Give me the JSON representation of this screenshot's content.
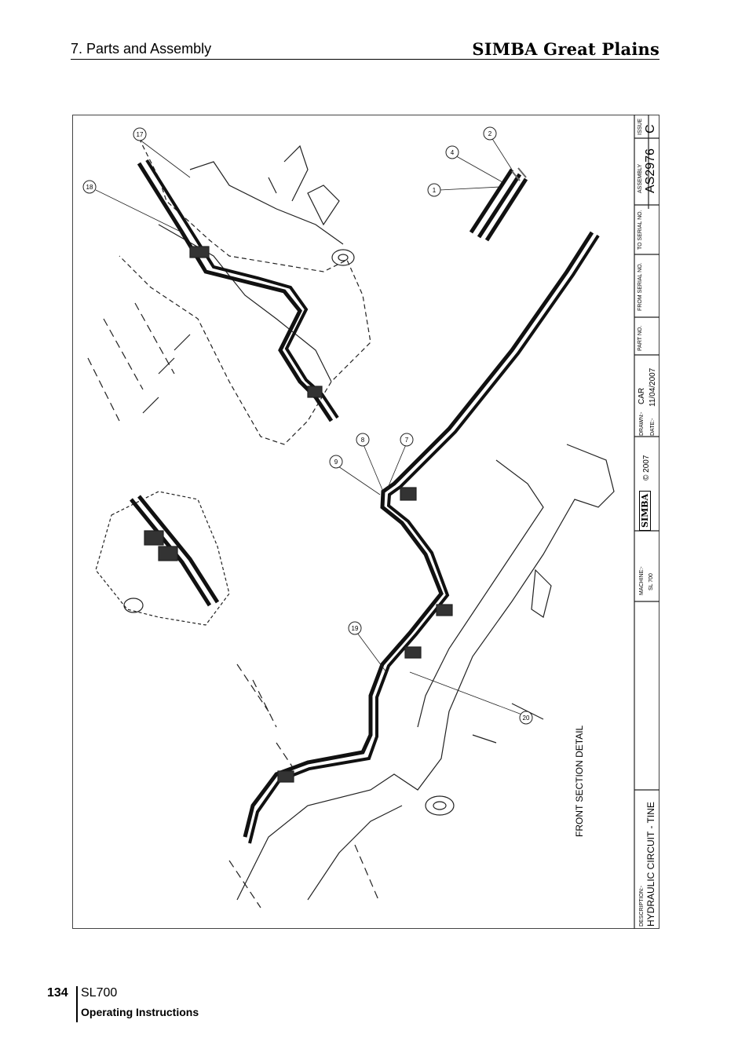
{
  "header": {
    "section_title": "7. Parts and Assembly",
    "brand": "SIMBA Great Plains"
  },
  "drawing": {
    "callouts": [
      "1",
      "2",
      "4",
      "7",
      "8",
      "9",
      "17",
      "18",
      "19",
      "20"
    ],
    "detail_label": "FRONT SECTION DETAIL"
  },
  "title_block": {
    "description_label": "DESCRIPTION:-",
    "description": "HYDRAULIC CIRCUIT - TINE",
    "machine_label": "MACHINE:-",
    "machine": "SL 700",
    "logo_text": "SIMBA",
    "copyright": "© 2007",
    "drawn_label": "DRAWN:-",
    "drawn_by": "CAR",
    "date_label": "DATE:-",
    "date": "11/04/2007",
    "part_no_label": "PART NO.",
    "from_serial_label": "FROM SERIAL NO.",
    "to_serial_label": "TO SERIAL NO.",
    "assembly_label": "ASSEMBLY",
    "assembly": "AS2976",
    "issue_label": "ISSUE",
    "issue": "C"
  },
  "footer": {
    "page_number": "134",
    "model": "SL700",
    "doc_type": "Operating Instructions"
  }
}
